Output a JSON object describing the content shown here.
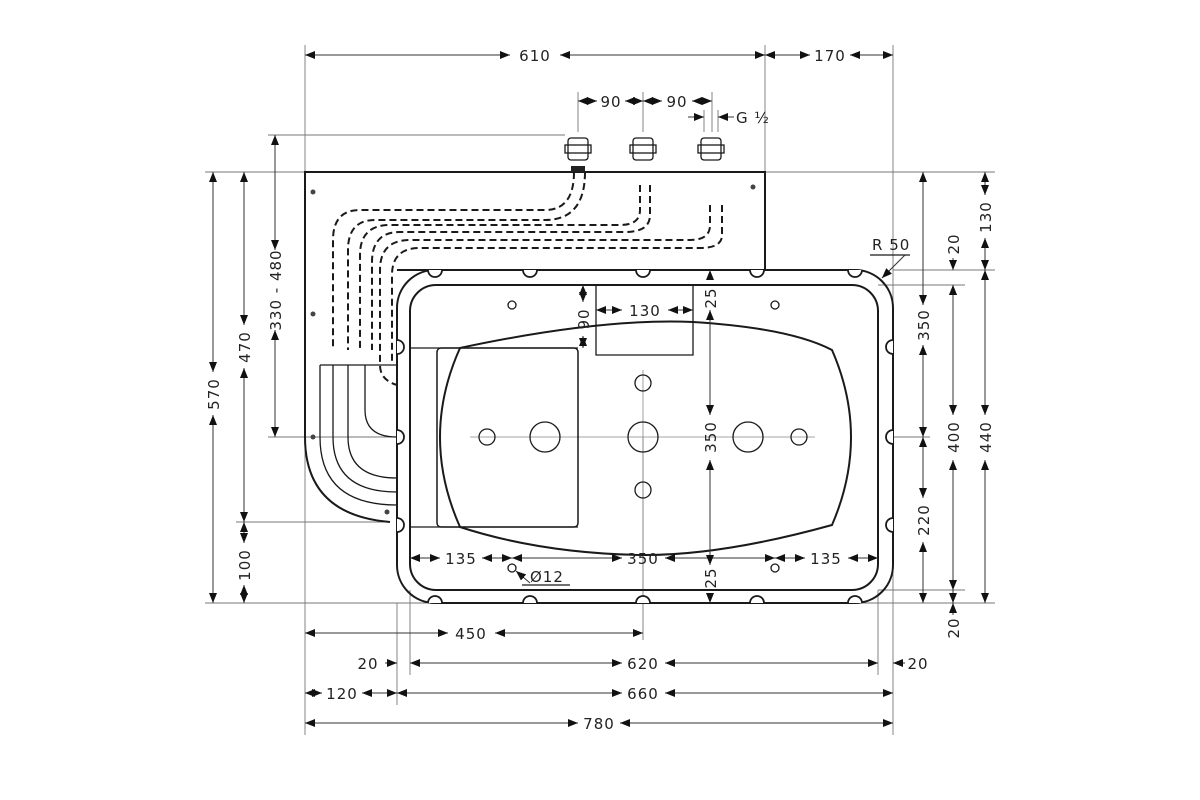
{
  "drawing": {
    "horizontal": {
      "top_left": "610",
      "top_right": "170",
      "inlet_spacing_1": "90",
      "inlet_spacing_2": "90",
      "thread": "G ½",
      "center_block": "130",
      "bottom_left_135": "135",
      "bottom_mid_350": "350",
      "bottom_right_135": "135",
      "hole_diameter": "Ø12",
      "offset_450": "450",
      "rim_left_20": "20",
      "inner_620": "620",
      "rim_right_20": "20",
      "left_120": "120",
      "tub_660": "660",
      "overall_780": "780"
    },
    "vertical": {
      "overall_570": "570",
      "left_470": "470",
      "left_100": "100",
      "range_330_480": "330 - 480",
      "right_130": "130",
      "right_20_top": "20",
      "right_350": "350",
      "right_400": "400",
      "right_440": "440",
      "right_220": "220",
      "right_20_bottom": "20",
      "seat_90": "90",
      "rim_25_top": "25",
      "center_350": "350",
      "rim_25_bottom": "25"
    },
    "radius": "R 50"
  }
}
